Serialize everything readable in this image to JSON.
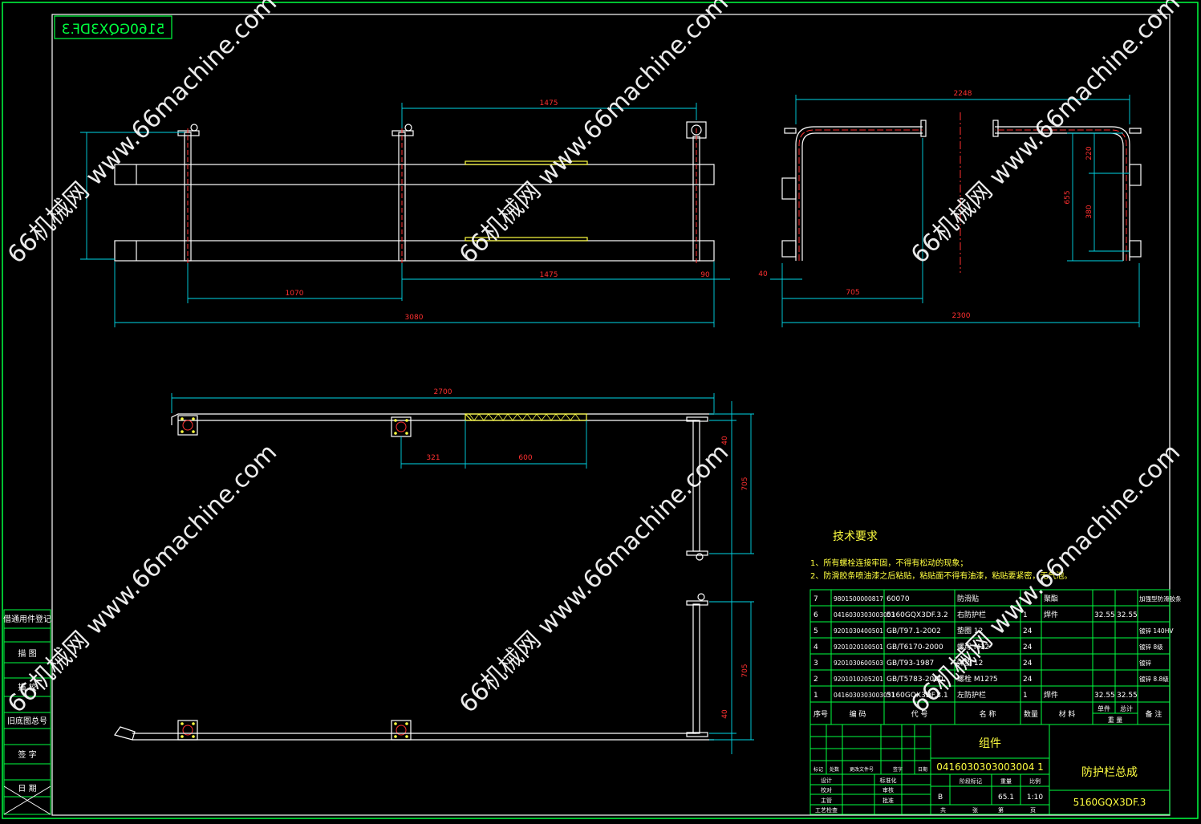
{
  "stamp": "5160GQX3DF.3",
  "dims": {
    "top_span_upper": "1475",
    "top_span_lower": "1475",
    "left_seg": "1070",
    "end_seg": "90",
    "overall": "3080",
    "side_top": "2248",
    "side_overall": "2300",
    "side_left_offset": "40",
    "side_bottom_left": "705",
    "side_h_total": "655",
    "side_h_top": "220",
    "side_h_mid": "380",
    "plan_top": "2700",
    "plan_seg1": "321",
    "plan_seg2": "600",
    "plan_r_small": "40",
    "plan_r_len": "705",
    "plan_r2_len": "705",
    "plan_r2_small": "40"
  },
  "tech": {
    "title": "技术要求",
    "line1": "1、所有螺栓连接牢固，不得有松动的现象；",
    "line2": "2、防滑胶条喷油漆之后粘贴，粘贴面不得有油漆，粘贴要紧密，无气泡。"
  },
  "bom": {
    "rows": [
      {
        "no": "7",
        "code": "9801500000817",
        "std": "60070",
        "name": "防滑贴",
        "qty": "",
        "mat": "聚酯",
        "unit": "",
        "total": "",
        "note": "加强型防滑胶条"
      },
      {
        "no": "6",
        "code": "0416030303003003",
        "std": "5160GQX3DF.3.2",
        "name": "右防护栏",
        "qty": "1",
        "mat": "焊件",
        "unit": "32.55",
        "total": "32.55",
        "note": ""
      },
      {
        "no": "5",
        "code": "9201030400501",
        "std": "GB/T97.1-2002",
        "name": "垫圈 12",
        "qty": "24",
        "mat": "",
        "unit": "",
        "total": "",
        "note": "镀锌 140HV"
      },
      {
        "no": "4",
        "code": "9201020100501",
        "std": "GB/T6170-2000",
        "name": "螺母 M12",
        "qty": "24",
        "mat": "",
        "unit": "",
        "total": "",
        "note": "镀锌 8级"
      },
      {
        "no": "3",
        "code": "9201030600503",
        "std": "GB/T93-1987",
        "name": "弹垫 12",
        "qty": "24",
        "mat": "",
        "unit": "",
        "total": "",
        "note": "镀锌"
      },
      {
        "no": "2",
        "code": "9201010205201",
        "std": "GB/T5783-2000",
        "name": "螺栓 M12?5",
        "qty": "24",
        "mat": "",
        "unit": "",
        "total": "",
        "note": "镀锌 8.8级"
      },
      {
        "no": "1",
        "code": "0416030303003031",
        "std": "5160GQX3DF.3.1",
        "name": "左防护栏",
        "qty": "1",
        "mat": "焊件",
        "unit": "32.55",
        "total": "32.55",
        "note": ""
      }
    ],
    "header": {
      "no": "序号",
      "code": "编 码",
      "std": "代 号",
      "name": "名 称",
      "qty": "数量",
      "mat": "材 料",
      "unit": "单件",
      "total": "总计",
      "weight": "重 量",
      "note": "备 注"
    }
  },
  "title_block": {
    "kind": "组件",
    "code": "0416030303003004 1",
    "name": "防护栏总成",
    "drawing_no": "5160GQX3DF.3",
    "stage": "B",
    "weight": "65.1",
    "scale": "1:10",
    "labels": {
      "biaoji": "标记",
      "chushu": "处数",
      "fenqu": "更改文件号",
      "qianzi": "签字",
      "riqi": "日期",
      "sheji": "设计",
      "biaozhunhua": "标准化",
      "jiaodui": "校对",
      "shenhe": "审核",
      "zhuguan": "主管",
      "pizhun": "批准",
      "gongyi": "工艺检查",
      "jieduan": "阶段标记",
      "zhongliang": "重量",
      "bili": "比例",
      "gong": "共",
      "zhang": "张",
      "di": "第",
      "ye": "页"
    }
  },
  "side_panel": {
    "r1": "借通用件登记",
    "r2": "描 图",
    "r3": "描 校",
    "r4": "旧底图总号",
    "r5": "签 字",
    "r6": "日 期"
  },
  "watermark": {
    "text": "66机械网 www.66machine.com"
  }
}
